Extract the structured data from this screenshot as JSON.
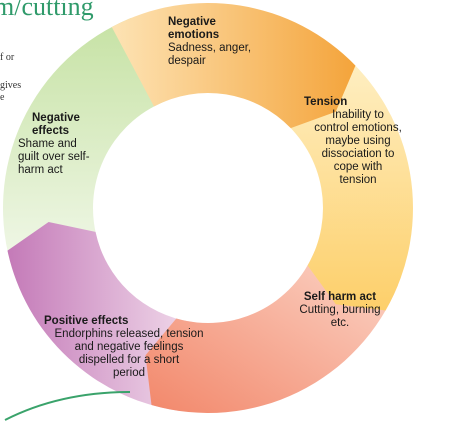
{
  "page": {
    "title_fragment": "m/cutting",
    "side_text": [
      "f or",
      "gives",
      "e"
    ]
  },
  "cycle": {
    "stages": [
      {
        "heading": "Negative emotions",
        "body": "Sadness, anger, despair",
        "color": "#f6ad55"
      },
      {
        "heading": "Tension",
        "body": "Inability to control emotions, maybe using dissociation to cope with tension",
        "color": "#fed988"
      },
      {
        "heading": "Self harm act",
        "body": "Cutting, burning etc.",
        "color": "#f49b80"
      },
      {
        "heading": "Positive effects",
        "body": "Endorphins released, tension and negative feelings dispelled for a short period",
        "color": "#d197c9"
      },
      {
        "heading": "Negative effects",
        "body": "Shame and guilt over self-harm act",
        "color": "#c9e3a8"
      }
    ],
    "labels": {
      "neg_em_head": [
        "Negative",
        "emotions"
      ],
      "neg_em_body": [
        "Sadness, anger,",
        "despair"
      ],
      "tension_head": [
        "Tension"
      ],
      "tension_body": [
        "Inability to",
        "control emotions,",
        "maybe using",
        "dissociation to",
        "cope with",
        "tension"
      ],
      "selfharm_head": [
        "Self harm act"
      ],
      "selfharm_body": [
        "Cutting, burning",
        "etc."
      ],
      "pos_head": [
        "Positive effects"
      ],
      "pos_body": [
        "Endorphins released, tension",
        "and negative feelings",
        "dispelled for a short",
        "period"
      ],
      "neg_eff_head": [
        "Negative",
        "effects"
      ],
      "neg_eff_body": [
        "Shame and",
        "guilt over self-",
        "harm act"
      ]
    }
  }
}
